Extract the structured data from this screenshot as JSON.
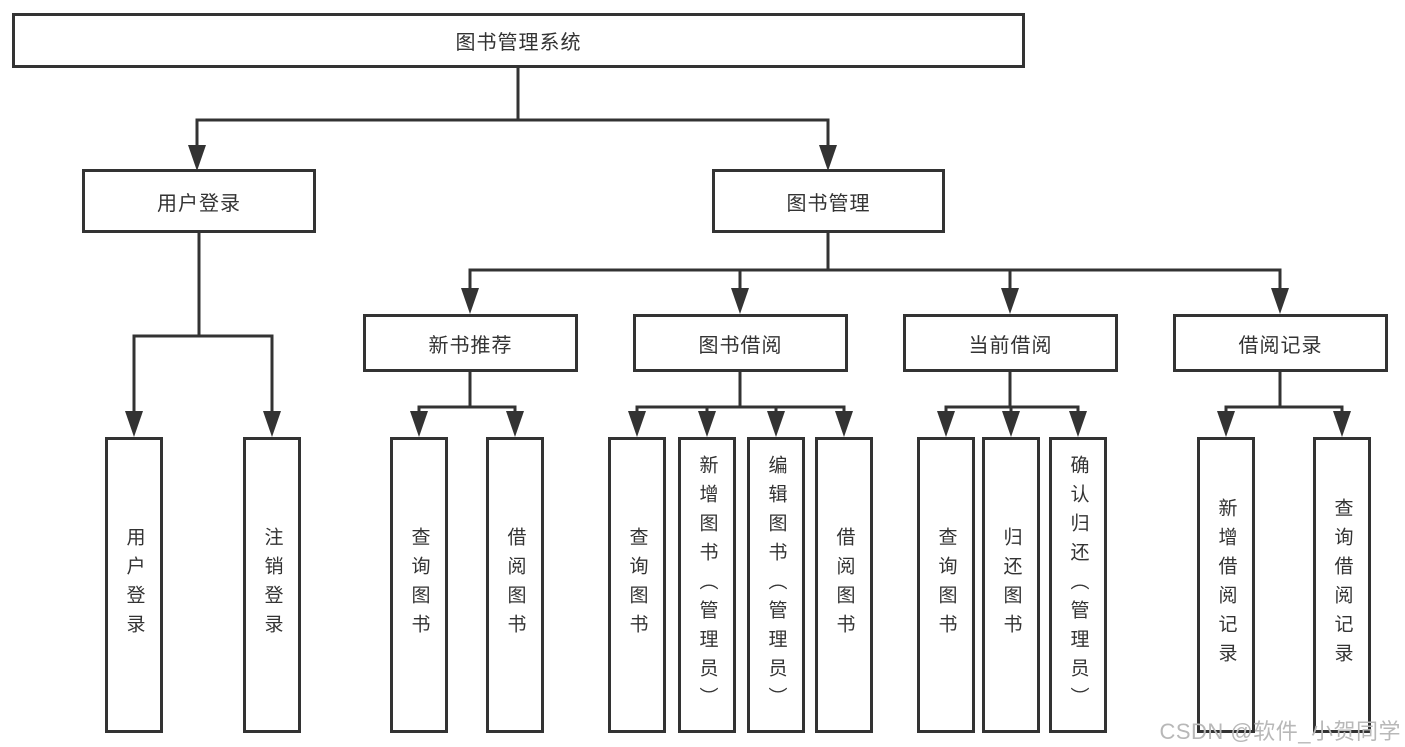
{
  "diagram_title": "图书管理系统",
  "nodes": {
    "root": "图书管理系统",
    "level2": {
      "user_login": "用户登录",
      "book_management": "图书管理"
    },
    "level3": {
      "new_book_recommend": "新书推荐",
      "book_borrow": "图书借阅",
      "current_borrow": "当前借阅",
      "borrow_records": "借阅记录"
    },
    "leaves": {
      "user_login": [
        "用户登录",
        "注销登录"
      ],
      "new_book_recommend": [
        "查询图书",
        "借阅图书"
      ],
      "book_borrow": [
        "查询图书",
        "新增图书（管理员）",
        "编辑图书（管理员）",
        "借阅图书"
      ],
      "current_borrow": [
        "查询图书",
        "归还图书",
        "确认归还（管理员）"
      ],
      "borrow_records": [
        "新增借阅记录",
        "查询借阅记录"
      ]
    }
  },
  "watermark": "CSDN @软件_小贺同学",
  "colors": {
    "line": "#333333",
    "text": "#333333",
    "background": "#ffffff",
    "watermark": "#b8b8b8"
  }
}
